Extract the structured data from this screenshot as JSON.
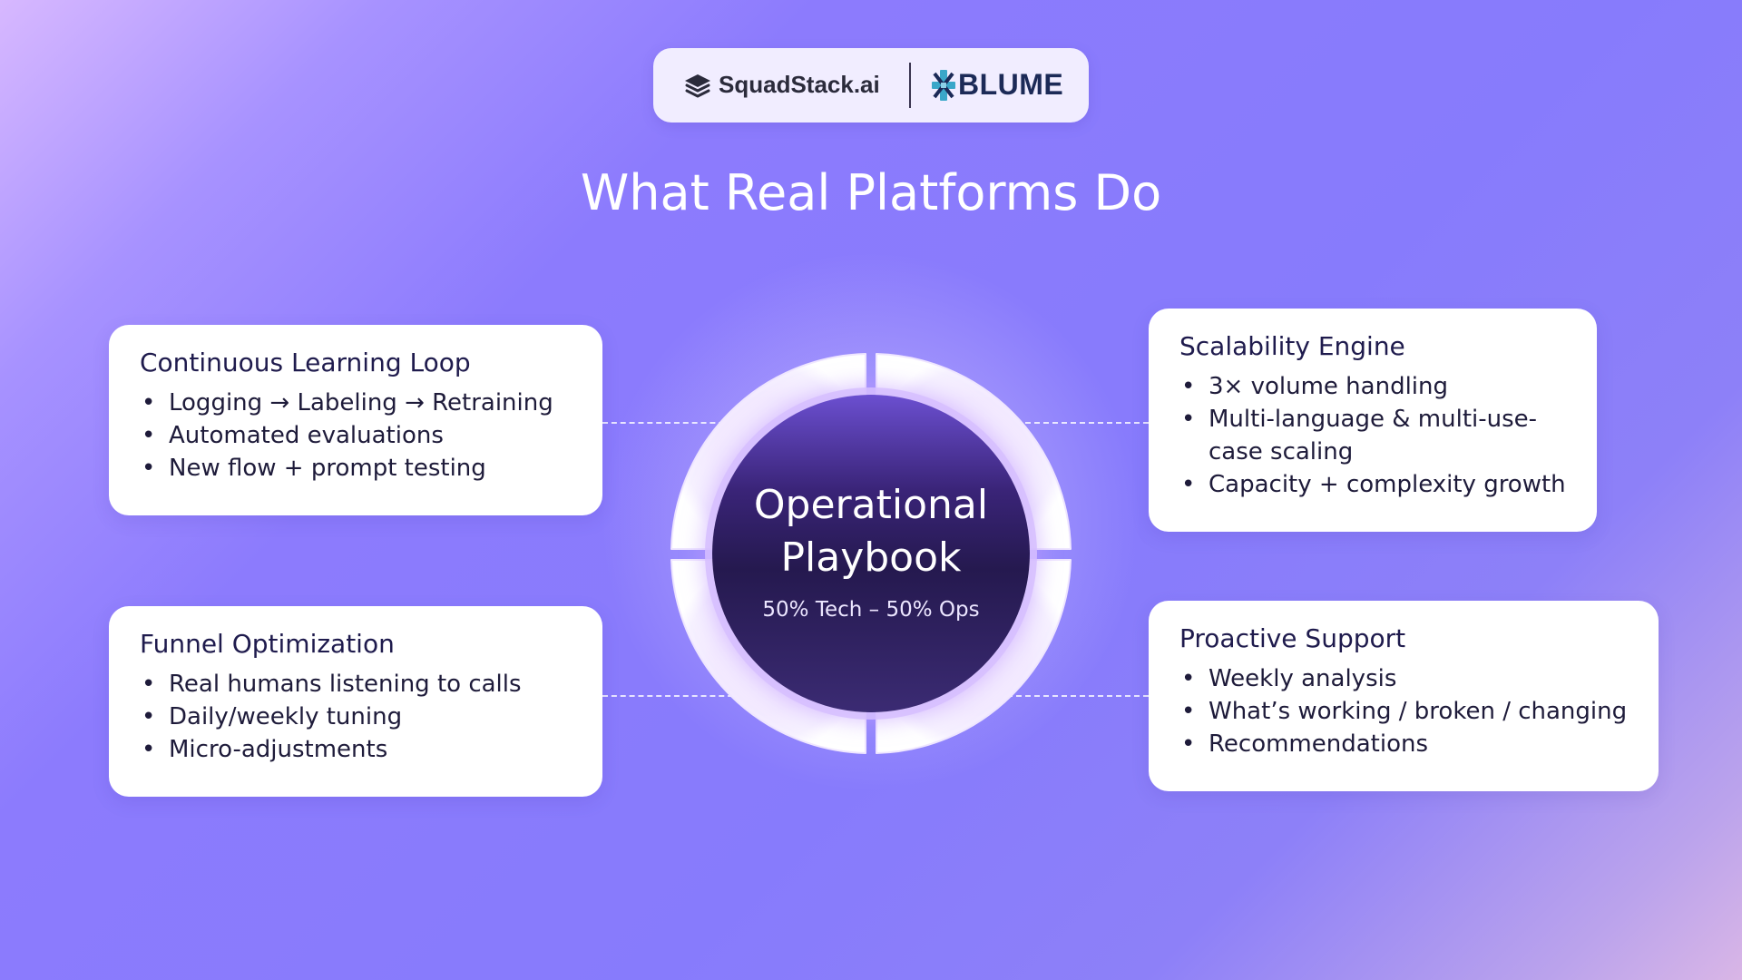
{
  "header": {
    "brand_left": "SquadStack.ai",
    "brand_right": "BLUME",
    "brand_left_icon": "stacked-layers-icon",
    "brand_right_icon": "blume-star-icon"
  },
  "title": "What Real Platforms Do",
  "center": {
    "title": "Operational Playbook",
    "subtitle": "50% Tech – 50% Ops"
  },
  "cards": [
    {
      "title": "Continuous Learning Loop",
      "items": [
        "Logging → Labeling → Retraining",
        "Automated evaluations",
        "New flow + prompt testing"
      ]
    },
    {
      "title": "Funnel Optimization",
      "items": [
        "Real humans listening to calls",
        "Daily/weekly tuning",
        "Micro-adjustments"
      ]
    },
    {
      "title": "Scalability Engine",
      "items": [
        "3× volume handling",
        "Multi-language & multi-use-case scaling",
        "Capacity + complexity growth"
      ]
    },
    {
      "title": "Proactive Support",
      "items": [
        "Weekly analysis",
        "What’s working / broken / changing",
        "Recommendations"
      ]
    }
  ],
  "colors": {
    "background_start": "#d7b8ff",
    "background_main": "#877bfc",
    "card_text": "#1f1b4d",
    "core_dark": "#25194f",
    "blume_blue": "#1c2a57",
    "blume_accent": "#3aa7c9"
  }
}
